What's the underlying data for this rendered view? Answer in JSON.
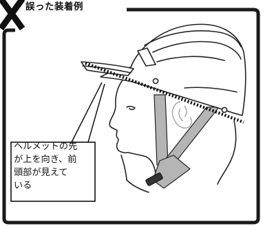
{
  "header": {
    "mark": "x-mark-icon",
    "title": "誤った装着例"
  },
  "callout": {
    "lines": [
      "ヘルメットの先",
      "が上を向き、前",
      "頭部が見えて",
      "いる"
    ]
  },
  "colors": {
    "frame": "#1a1a1a",
    "strap": "#b5b5b5",
    "helmet": "#ffffff",
    "outline": "#222222"
  }
}
